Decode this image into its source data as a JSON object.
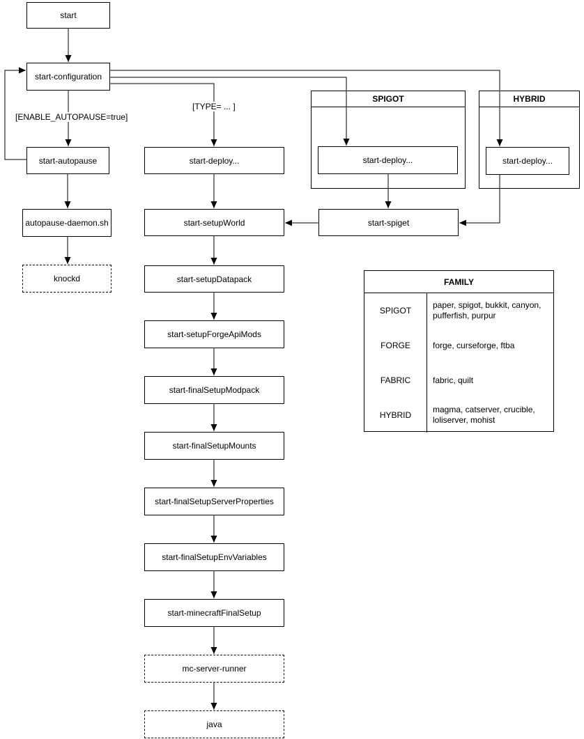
{
  "diagram": {
    "title_hint": "minecraft server start script flow",
    "colors": {
      "stroke": "#000000",
      "node_fill": "#ffffff",
      "canvas_background": "#ffffff"
    },
    "nodes": {
      "start": "start",
      "start_configuration": "start-configuration",
      "start_autopause": "start-autopause",
      "autopause_daemon": "autopause-daemon.sh",
      "knockd": "knockd",
      "start_deploy": "start-deploy...",
      "start_setup_world": "start-setupWorld",
      "start_setup_datapack": "start-setupDatapack",
      "start_setup_forge_api_mods": "start-setupForgeApiMods",
      "start_final_setup_modpack": "start-finalSetupModpack",
      "start_final_setup_mounts": "start-finalSetupMounts",
      "start_final_setup_server_properties": "start-finalSetupServerProperties",
      "start_final_setup_env_variables": "start-finalSetupEnvVariables",
      "start_minecraft_final_setup": "start-minecraftFinalSetup",
      "mc_server_runner": "mc-server-runner",
      "java": "java",
      "start_spiget": "start-spiget",
      "spigot_deploy": "start-deploy...",
      "hybrid_deploy": "start-deploy..."
    },
    "containers": {
      "spigot": {
        "title": "SPIGOT"
      },
      "hybrid": {
        "title": "HYBRID"
      }
    },
    "edge_labels": {
      "enable_autopause": "[ENABLE_AUTOPAUSE=true]",
      "type_branch": "[TYPE= ... ]"
    },
    "family_table": {
      "title": "FAMILY",
      "rows": [
        {
          "family": "SPIGOT",
          "servers": "paper, spigot, bukkit, canyon, pufferfish, purpur"
        },
        {
          "family": "FORGE",
          "servers": "forge, curseforge, ftba"
        },
        {
          "family": "FABRIC",
          "servers": "fabric, quilt"
        },
        {
          "family": "HYBRID",
          "servers": "magma, catserver, crucible, loliserver, mohist"
        }
      ]
    }
  }
}
